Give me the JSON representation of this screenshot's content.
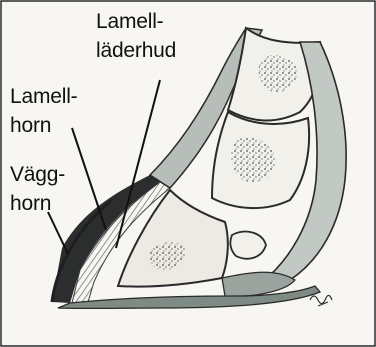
{
  "labels": {
    "lamell_laderhud": {
      "line1": "Lamell-",
      "line2": "läderhud"
    },
    "lamell_horn": {
      "line1": "Lamell-",
      "line2": "horn"
    },
    "vagg_horn": {
      "line1": "Vägg-",
      "line2": "horn"
    }
  },
  "signature": "signature",
  "colors": {
    "outline": "#2a2a2a",
    "wall_horn": "#2b2d2e",
    "dermis": "#7e8a84",
    "bone_texture": "#5a5f5c",
    "background": "#f7f6f2"
  }
}
